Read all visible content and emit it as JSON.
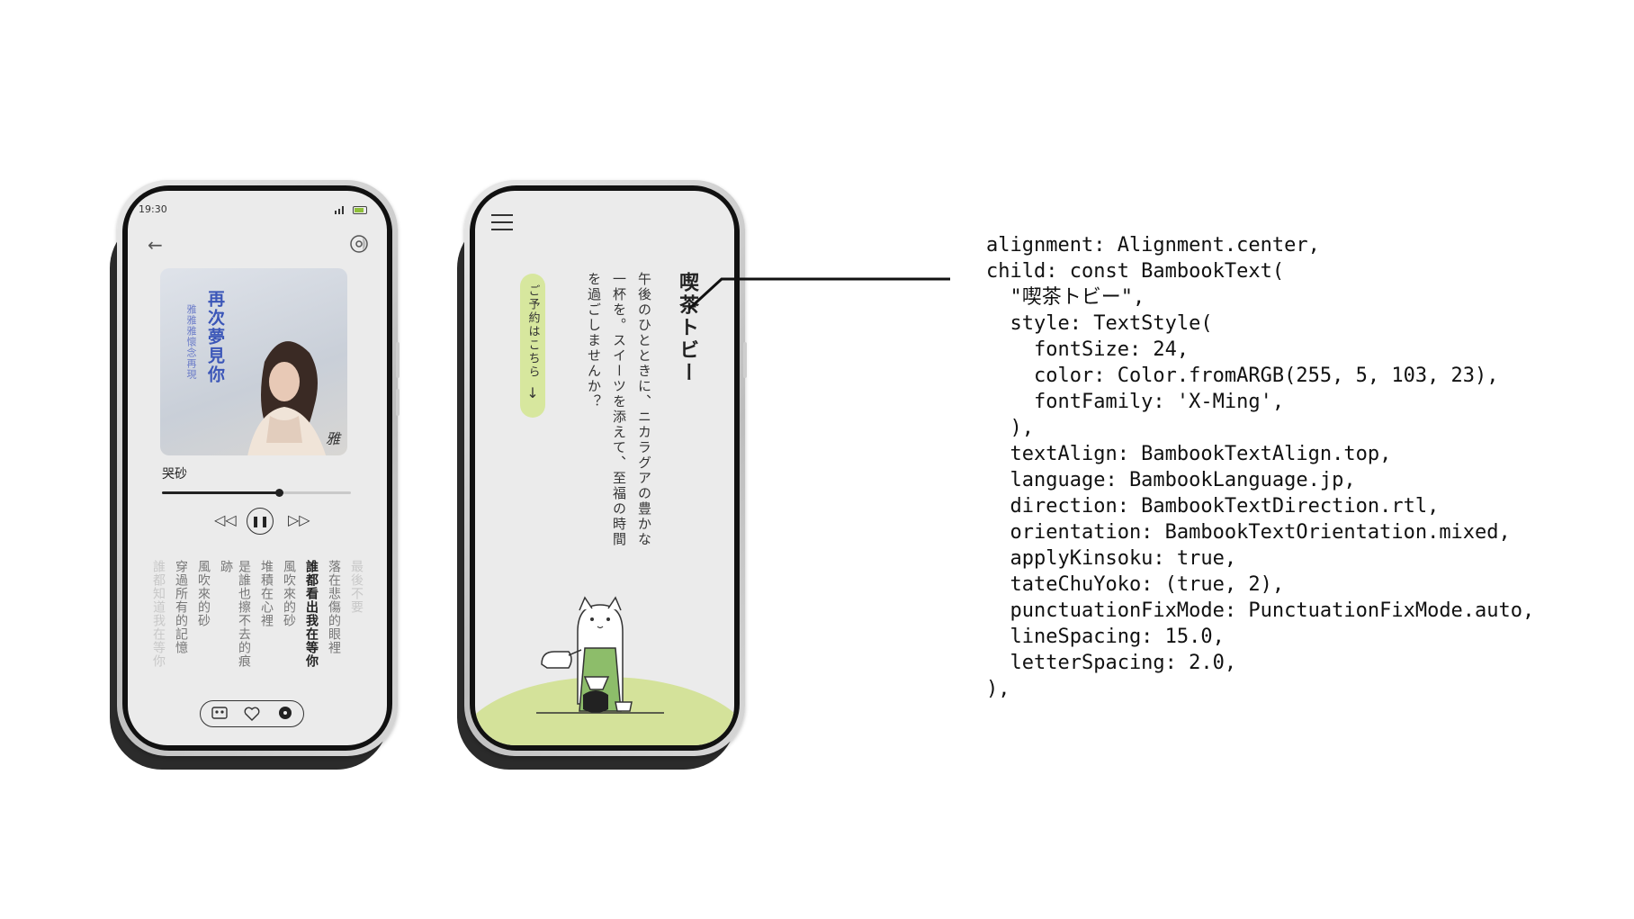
{
  "phone1": {
    "status": {
      "time": "19:30"
    },
    "icons": {
      "back": "arrow-left-icon",
      "vinyl": "vinyl-record-icon"
    },
    "album": {
      "title": "再次夢見你",
      "subtitle": "雅雅雅懷念再現",
      "signature": "雅"
    },
    "song": {
      "title": "哭砂",
      "progress": 0.62
    },
    "controls": {
      "prev": "◁◁",
      "pause": "❚❚",
      "next": "▷▷"
    },
    "lyrics": [
      {
        "text": "最後不要",
        "state": "faded"
      },
      {
        "text": "落在悲傷的眼裡",
        "state": "normal"
      },
      {
        "text": "誰都看出我在等你",
        "state": "active"
      },
      {
        "text": "風吹來的砂",
        "state": "normal"
      },
      {
        "text": "堆積在心裡",
        "state": "normal"
      },
      {
        "text": "是誰也擦不去的痕跡",
        "state": "normal"
      },
      {
        "text": "風吹來的砂",
        "state": "normal"
      },
      {
        "text": "穿過所有的記憶",
        "state": "normal"
      },
      {
        "text": "誰都知道我在等你",
        "state": "faded"
      }
    ],
    "bottom_bar": {
      "icons": [
        "cassette-icon",
        "heart-icon",
        "record-icon"
      ]
    }
  },
  "phone2": {
    "title": "喫茶トビー",
    "body": "午後のひとときに、ニカラグアの豊かな一杯を。スイーツを添えて、至福の時間を過ごしませんか？",
    "reserve": {
      "label": "ご予約はこちら",
      "arrow": "↓"
    },
    "colors": {
      "accent": "#d7e79e",
      "ground": "#d4e29a"
    }
  },
  "code": {
    "lines": [
      "alignment: Alignment.center,",
      "child: const BambookText(",
      "  \"喫茶トビー\",",
      "  style: TextStyle(",
      "    fontSize: 24,",
      "    color: Color.fromARGB(255, 5, 103, 23),",
      "    fontFamily: 'X-Ming',",
      "  ),",
      "  textAlign: BambookTextAlign.top,",
      "  language: BambookLanguage.jp,",
      "  direction: BambookTextDirection.rtl,",
      "  orientation: BambookTextOrientation.mixed,",
      "  applyKinsoku: true,",
      "  tateChuYoko: (true, 2),",
      "  punctuationFixMode: PunctuationFixMode.auto,",
      "  lineSpacing: 15.0,",
      "  letterSpacing: 2.0,",
      "),"
    ]
  }
}
